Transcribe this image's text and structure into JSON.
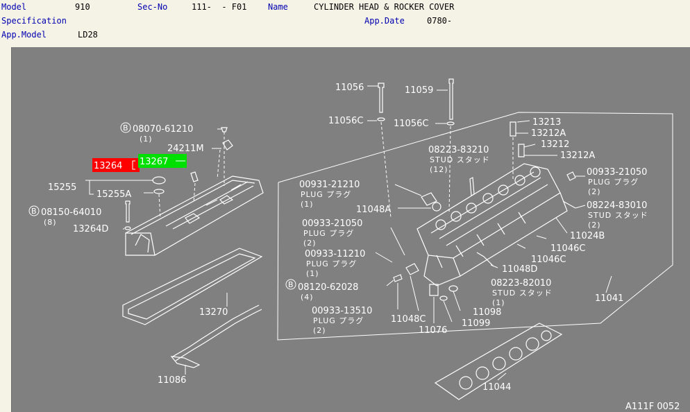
{
  "header": {
    "model_label": "Model",
    "model_value": "910",
    "secno_label": "Sec-No",
    "secno_value": "111-  - F01",
    "name_label": "Name",
    "name_value": "CYLINDER HEAD & ROCKER COVER",
    "spec_label": "Specification",
    "appdate_label": "App.Date",
    "appdate_value": "0780-",
    "appmodel_label": "App.Model",
    "appmodel_value": "LD28"
  },
  "diagram": {
    "code": "A111F 0052",
    "highlight_red": "13264",
    "highlight_green": "13267",
    "labels": {
      "p11056": "11056",
      "p11059": "11059",
      "p11056c_a": "11056C",
      "p11056c_b": "11056C",
      "p13213": "13213",
      "p13212a_a": "13212A",
      "p13212": "13212",
      "p13212a_b": "13212A",
      "p08070": "08070-61210",
      "p08070q": "(1)",
      "p24211m": "24211M",
      "p15255": "15255",
      "p15255a": "15255A",
      "p08150": "08150-64010",
      "p08150q": "(8)",
      "p13264d": "13264D",
      "p08223_83210": "08223-83210",
      "p08223_83210t": "STUD スタッド",
      "p08223_83210q": "(12)",
      "p00931": "00931-21210",
      "p00931t": "PLUG プラグ",
      "p00931q": "(1)",
      "p11048a": "11048A",
      "p00933_21050a": "00933-21050",
      "p00933_21050at": "PLUG プラグ",
      "p00933_21050aq": "(2)",
      "p00933_11210": "00933-11210",
      "p00933_11210t": "PLUG プラグ",
      "p00933_11210q": "(1)",
      "p08120": "08120-62028",
      "p08120q": "(4)",
      "p00933_13510": "00933-13510",
      "p00933_13510t": "PLUG プラグ",
      "p00933_13510q": "(2)",
      "p11048c": "11048C",
      "p11076": "11076",
      "p11098": "11098",
      "p11099": "11099",
      "p08223_82010": "08223-82010",
      "p08223_82010t": "STUD スタッド",
      "p08223_82010q": "(1)",
      "p11048d": "11048D",
      "p11046c_a": "11046C",
      "p11046c_b": "11046C",
      "p11024b": "11024B",
      "p08224": "08224-83010",
      "p08224t": "STUD スタッド",
      "p08224q": "(2)",
      "p00933_21050b": "00933-21050",
      "p00933_21050bt": "PLUG プラグ",
      "p00933_21050bq": "(2)",
      "p11041": "11041",
      "p13270": "13270",
      "p11086": "11086",
      "p11044": "11044"
    },
    "bolt_marker": "B"
  },
  "colors": {
    "canvas": "#808080",
    "label_blue": "#0000b0",
    "highlight_red": "#ff0000",
    "highlight_green": "#00e000"
  }
}
